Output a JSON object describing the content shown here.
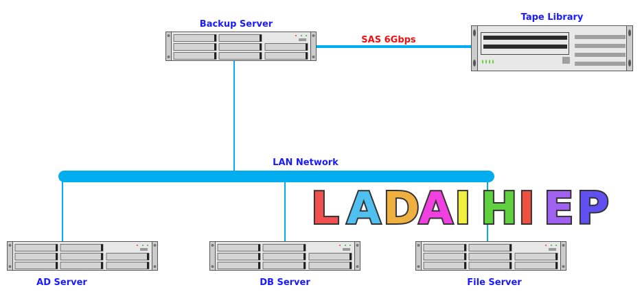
{
  "colors": {
    "link": "#00aeef",
    "label": "#1a1aff",
    "sas_label": "#ee1111"
  },
  "nodes": {
    "backup": {
      "label": "Backup Server",
      "icon": "rack-server-icon"
    },
    "tape": {
      "label": "Tape Library",
      "icon": "tape-library-icon"
    },
    "ad": {
      "label": "AD Server",
      "icon": "rack-server-icon"
    },
    "db": {
      "label": "DB Server",
      "icon": "rack-server-icon"
    },
    "file": {
      "label": "File Server",
      "icon": "rack-server-icon"
    }
  },
  "links": {
    "sas": {
      "label": "SAS 6Gbps"
    },
    "lan": {
      "label": "LAN Network"
    }
  },
  "watermark": {
    "text": "LADAIHIEP",
    "letter_colors": [
      "#f05050",
      "#50c0f0",
      "#f0b040",
      "#f040e0",
      "#f0f040",
      "#60d040",
      "#f05040",
      "#a060f0",
      "#6050f0"
    ]
  }
}
